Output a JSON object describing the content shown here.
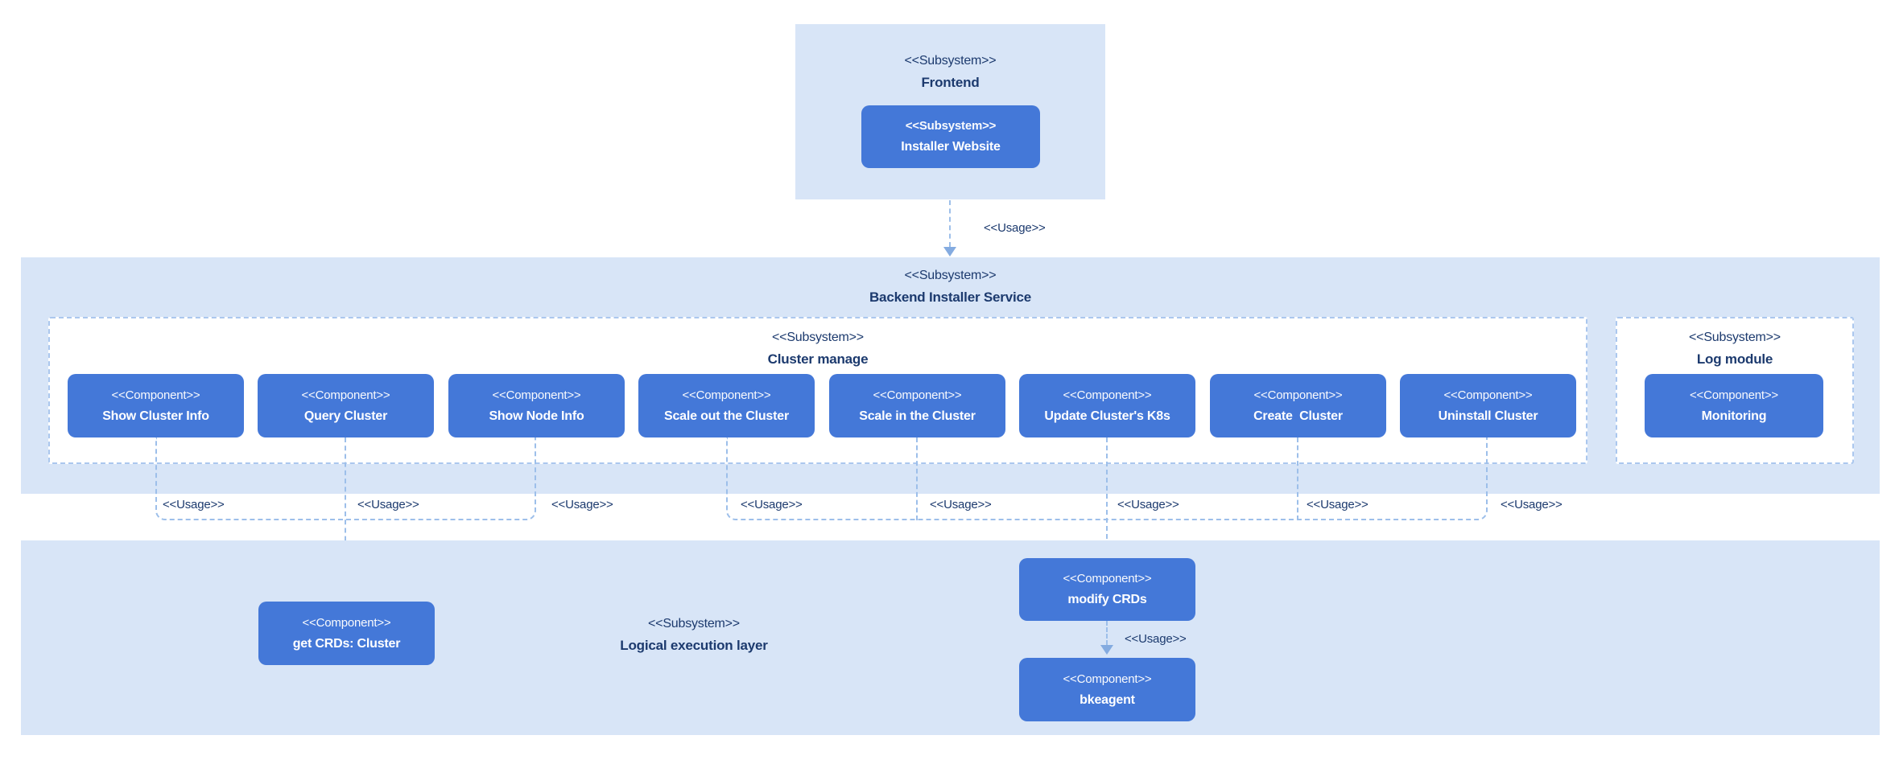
{
  "labels": {
    "subsystem_stereotype": "<<Subsystem>>",
    "component_stereotype": "<<Component>>",
    "usage_stereotype": "<<Usage>>"
  },
  "frontend": {
    "name": "Frontend",
    "installer_website": "Installer Website"
  },
  "backend": {
    "name": "Backend Installer Service",
    "cluster_manage": {
      "name": "Cluster manage",
      "components": [
        "Show Cluster Info",
        "Query Cluster",
        "Show Node Info",
        "Scale out the Cluster",
        "Scale in the Cluster",
        "Update Cluster's K8s",
        "Create  Cluster",
        "Uninstall Cluster"
      ]
    },
    "log_module": {
      "name": "Log module",
      "component": "Monitoring"
    }
  },
  "logical_layer": {
    "name": "Logical execution layer",
    "get_crds": "get CRDs: Cluster",
    "modify_crds": "modify CRDs",
    "bkeagent": "bkeagent"
  },
  "colors": {
    "panel_light_blue": "#d8e5f7",
    "component_blue": "#4478d8",
    "text_navy": "#1c3a6e",
    "dashed_line_blue": "#9dbfea",
    "arrowhead_blue": "#84abe0"
  }
}
